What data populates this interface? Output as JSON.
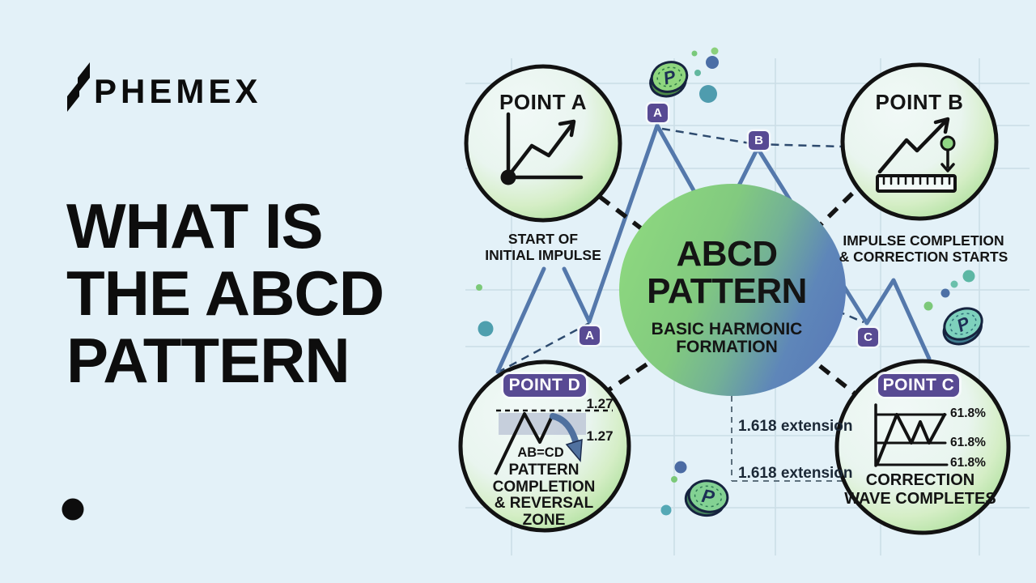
{
  "brand": {
    "logo_text": "PHEMEX"
  },
  "headline": {
    "line1": "WHAT IS",
    "line2": "THE ABCD",
    "line3": "PATTERN"
  },
  "center_circle": {
    "title_line1": "ABCD",
    "title_line2": "PATTERN",
    "subtitle_line1": "BASIC HARMONIC",
    "subtitle_line2": "FORMATION"
  },
  "point_a": {
    "title": "POINT A",
    "caption_line1": "START OF",
    "caption_line2": "INITIAL IMPULSE"
  },
  "point_b": {
    "title": "POINT B",
    "caption_line1": "IMPULSE COMPLETION",
    "caption_line2": "& CORRECTION STARTS"
  },
  "point_d": {
    "badge": "POINT D",
    "ratio_upper": "1.27",
    "ratio_lower": "1.27",
    "equation": "AB=CD",
    "caption_line1": "PATTERN",
    "caption_line2": "COMPLETION",
    "caption_line3": "& REVERSAL",
    "caption_line4": "ZONE"
  },
  "point_c": {
    "badge": "POINT C",
    "levels": [
      "61.8%",
      "61.8%",
      "61.8%"
    ],
    "caption_line1": "CORRECTION",
    "caption_line2": "WAVE COMPLETES"
  },
  "markers": {
    "a_peak": "A",
    "b_peak": "B",
    "a_valley": "A",
    "c_valley": "C"
  },
  "extensions": {
    "upper": "1.618 extension",
    "lower": "1.618 extension"
  },
  "coin_symbol": "P",
  "colors": {
    "background": "#e3f1f8",
    "ink": "#141414",
    "badge_purple": "#584a93",
    "price_line_blue": "#5478ab",
    "dashed_navy": "#2d4a6e",
    "center_gradient_green": "#8ed97f",
    "center_gradient_blue": "#5a7db8",
    "node_edge_green": "#a6dd95",
    "grid": "#cadde6",
    "coin_green": "#8fd67f",
    "coin_teal": "#7ed1bd"
  }
}
